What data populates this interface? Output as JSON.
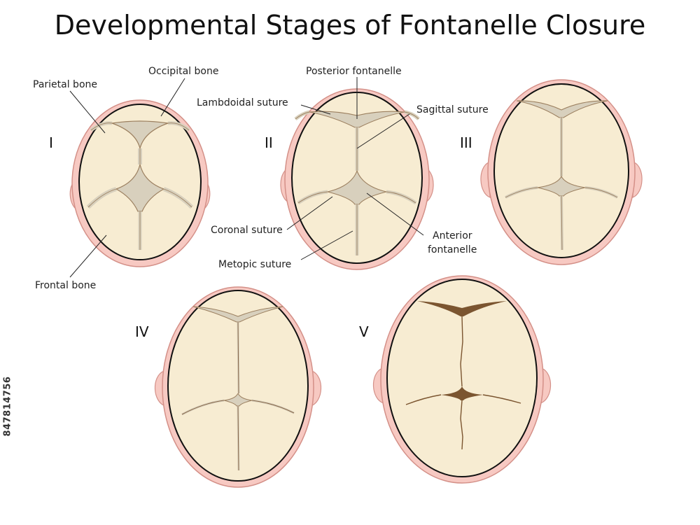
{
  "title": "Developmental Stages of Fontanelle Closure",
  "stock_id": "847814756",
  "stages": [
    "I",
    "II",
    "III",
    "IV",
    "V"
  ],
  "labels": {
    "occipital_bone": "Occipital bone",
    "parietal_bone": "Parietal bone",
    "frontal_bone": "Frontal bone",
    "posterior_fontanelle": "Posterior fontanelle",
    "lambdoidal_suture": "Lambdoidal suture",
    "sagittal_suture": "Sagittal suture",
    "coronal_suture": "Coronal suture",
    "metopic_suture": "Metopic suture",
    "anterior_fontanelle_line1": "Anterior",
    "anterior_fontanelle_line2": "fontanelle"
  },
  "colors": {
    "skin": "#f7c9c2",
    "skin_stroke": "#d49088",
    "bone": "#f7ecd2",
    "suture_fill": "#d8d0bd",
    "suture_stroke": "#9c8060",
    "closed_suture": "#7b5530"
  }
}
